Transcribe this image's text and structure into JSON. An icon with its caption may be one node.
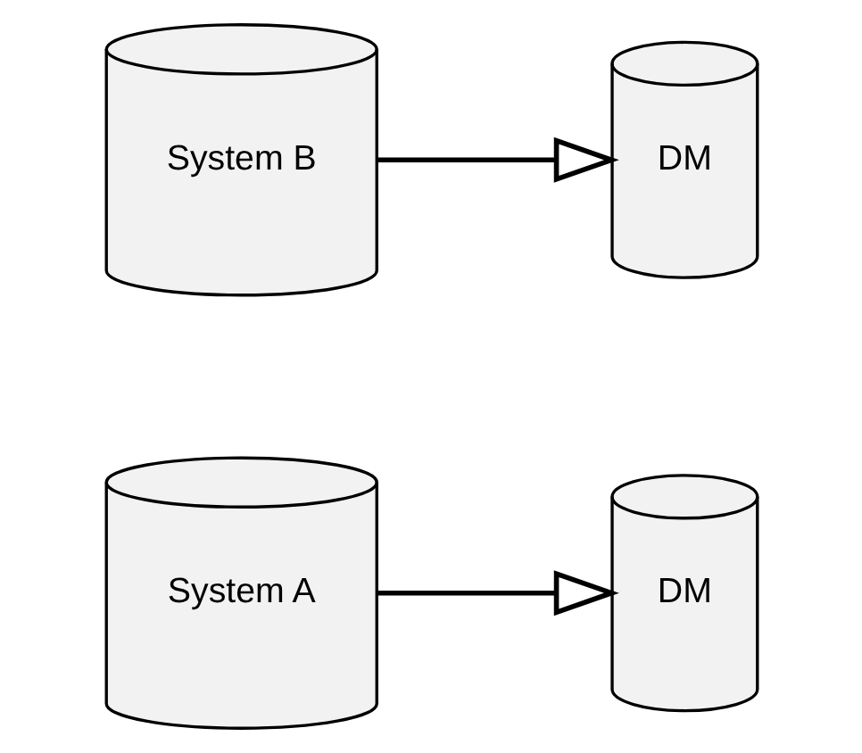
{
  "diagram": {
    "nodes": [
      {
        "text": [
          "System A"
        ]
      },
      {
        "text": [
          "DM"
        ]
      },
      {
        "text": [
          "System B"
        ]
      },
      {
        "text": [
          "DM"
        ]
      }
    ],
    "edges": [
      {
        "from": 0,
        "to": 1,
        "arrow": "to"
      },
      {
        "from": 2,
        "to": 3,
        "arrow": "to"
      }
    ]
  }
}
